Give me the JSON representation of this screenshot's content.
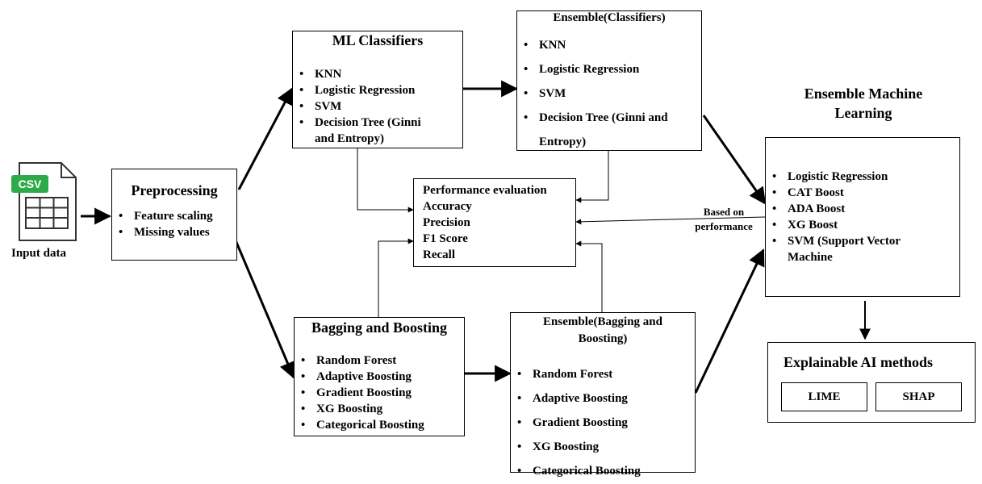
{
  "input": {
    "icon_text": "CSV",
    "label": "Input data"
  },
  "preprocessing": {
    "title": "Preprocessing",
    "items": [
      "Feature scaling",
      "Missing values"
    ]
  },
  "ml_classifiers": {
    "title": "ML Classifiers",
    "items": [
      "KNN",
      "Logistic Regression",
      "SVM",
      "Decision Tree (Ginni and Entropy)"
    ]
  },
  "ensemble_classifiers": {
    "title": "Ensemble(Classifiers)",
    "items": [
      "KNN",
      "Logistic Regression",
      "SVM",
      "Decision Tree (Ginni and Entropy)"
    ]
  },
  "performance": {
    "title": "Performance evaluation",
    "items": [
      "Accuracy",
      "Precision",
      "F1 Score",
      "Recall"
    ]
  },
  "bagging_boosting": {
    "title": "Bagging and Boosting",
    "items": [
      "Random Forest",
      "Adaptive Boosting",
      "Gradient Boosting",
      "XG Boosting",
      "Categorical Boosting"
    ]
  },
  "ensemble_bagging": {
    "title": "Ensemble(Bagging and Boosting)",
    "items": [
      "Random Forest",
      "Adaptive Boosting",
      "Gradient Boosting",
      "XG Boosting",
      "Categorical Boosting"
    ]
  },
  "ensemble_ml": {
    "heading": "Ensemble Machine Learning",
    "items": [
      "Logistic Regression",
      "CAT Boost",
      "ADA Boost",
      "XG Boost",
      "SVM (Support Vector Machine"
    ]
  },
  "edge_label": "Based on performance",
  "xai": {
    "title": "Explainable AI methods",
    "methods": [
      "LIME",
      "SHAP"
    ]
  },
  "colors": {
    "csv_badge": "#2eaa4a",
    "stroke": "#000000",
    "icon_stroke": "#333333"
  }
}
